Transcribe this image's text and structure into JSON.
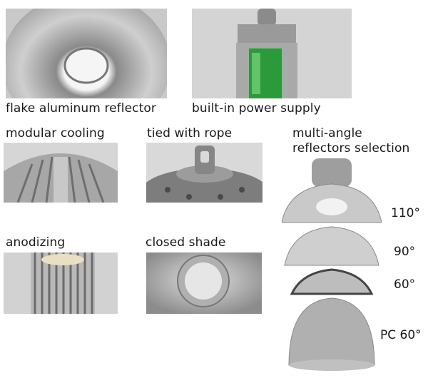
{
  "captions": {
    "reflector": "flake aluminum reflector",
    "power": "built-in power supply",
    "cooling": "modular cooling",
    "rope": "tied with rope",
    "multi_line1": "multi-angle",
    "multi_line2": "reflectors selection",
    "anodizing": "anodizing",
    "shade": "closed shade"
  },
  "angles": [
    "110°",
    "90°",
    "60°",
    "PC 60°"
  ],
  "colors": {
    "text": "#1a1a1a",
    "panel_bg": "#d6d6d6",
    "power_green": "#2a9a3a"
  }
}
